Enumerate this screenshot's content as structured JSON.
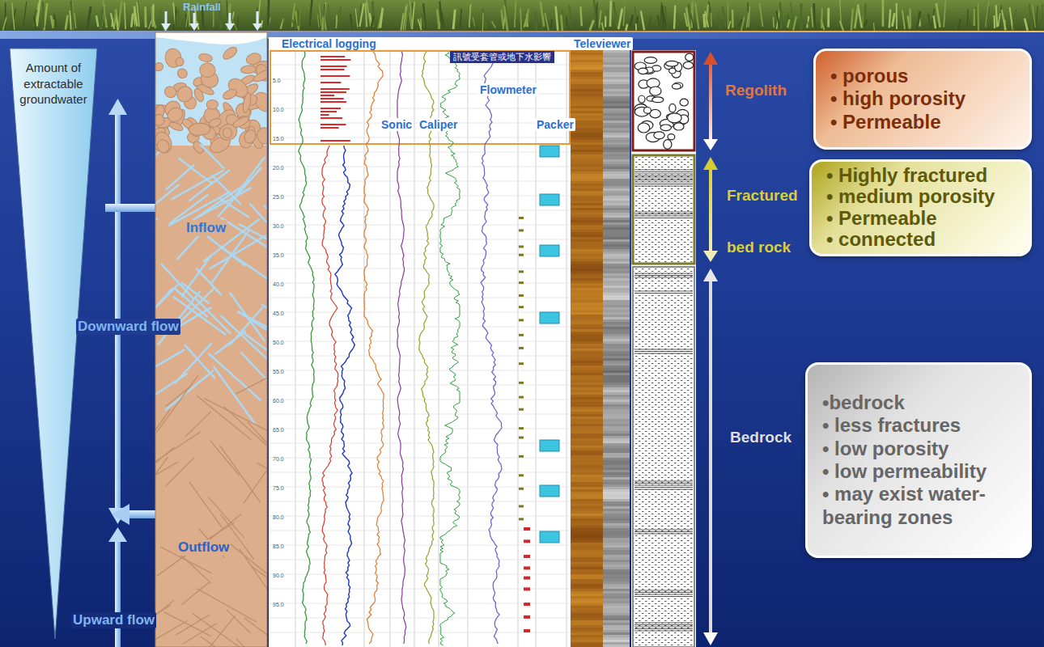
{
  "diagram": {
    "nodes": [
      {
        "text": [
          "Amount of extractable groundwater"
        ]
      },
      {
        "text": [
          "訊號受套管或地下水影響"
        ]
      },
      {
        "text": [
          "• porous",
          "• high porosity",
          "• Permeable"
        ]
      },
      {
        "text": [
          "• Highly fractured",
          "• medium porosity",
          "• Permeable",
          "• connected"
        ]
      },
      {
        "text": [
          "•bedrock",
          "• less fractures",
          "• low porosity",
          "• low permeability",
          "• may exist water-bearing zones"
        ]
      }
    ],
    "labels": [
      "Rainfall",
      "Electrical logging",
      "Televiewer",
      "Flowmeter",
      "Sonic",
      "Caliper",
      "Packer",
      "Inflow",
      "Downward flow",
      "Outflow",
      "Upward flow",
      "Regolith",
      "Fractured bed rock",
      "Bedrock",
      "5.0",
      "10.0",
      "15.0",
      "20.0",
      "25.0",
      "30.0",
      "35.0",
      "40.0",
      "45.0",
      "50.0",
      "55.0",
      "60.0",
      "65.0",
      "70.0",
      "75.0",
      "80.0",
      "85.0",
      "90.0",
      "95.0"
    ]
  }
}
